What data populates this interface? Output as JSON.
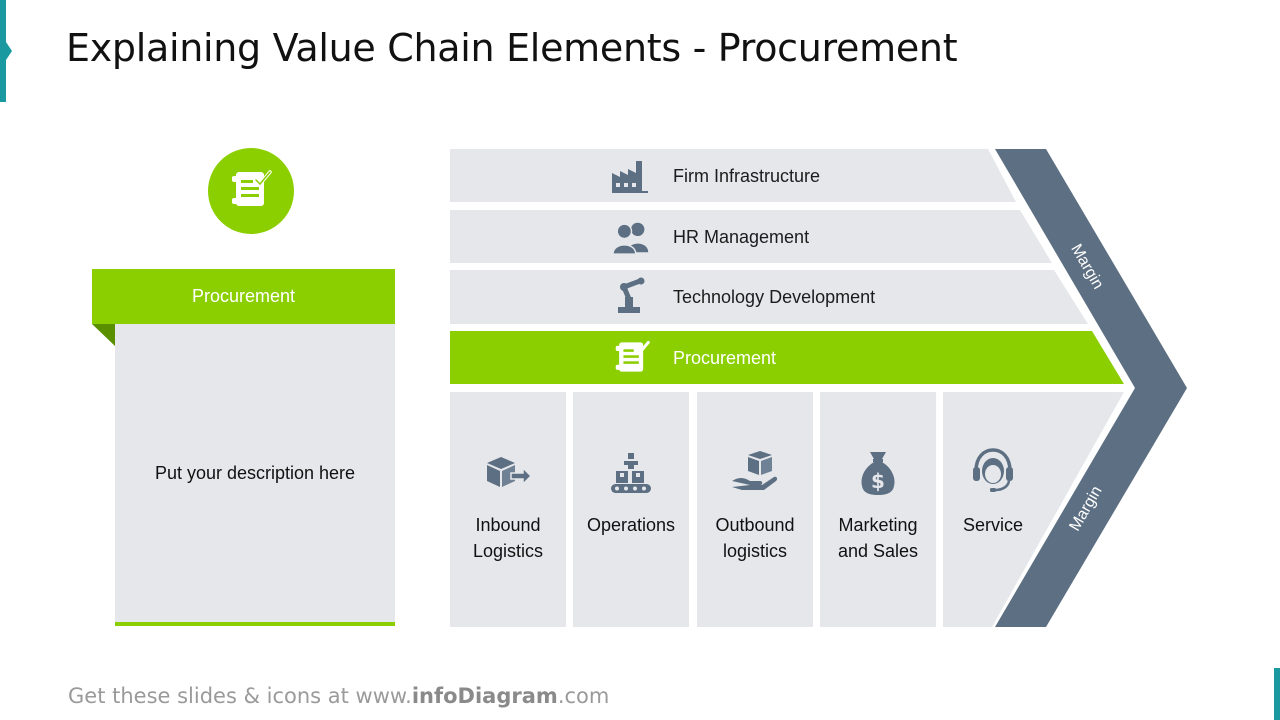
{
  "page": {
    "title": "Explaining Value Chain Elements - Procurement",
    "footer": {
      "prefix": "Get these slides & icons at www.",
      "brand": "infoDiagram",
      "suffix": ".com"
    }
  },
  "colors": {
    "accent_green": "#8ccf00",
    "accent_teal": "#1a9aa0",
    "panel_grey": "#e5e7eb",
    "margin_slate": "#5d6f82",
    "icon_slate": "#5d6f82"
  },
  "card": {
    "icon": "procurement-icon",
    "header": "Procurement",
    "description": "Put your description here"
  },
  "support_activities": [
    {
      "label": "Firm Infrastructure",
      "icon": "factory-icon"
    },
    {
      "label": "HR Management",
      "icon": "people-icon"
    },
    {
      "label": "Technology Development",
      "icon": "robot-arm-icon"
    },
    {
      "label": "Procurement",
      "icon": "procurement-icon",
      "highlighted": true
    }
  ],
  "primary_activities": [
    {
      "label_line1": "Inbound",
      "label_line2": "Logistics",
      "icon": "box-arrow-icon"
    },
    {
      "label_line1": "Operations",
      "label_line2": "",
      "icon": "conveyor-icon"
    },
    {
      "label_line1": "Outbound",
      "label_line2": "logistics",
      "icon": "hand-box-icon"
    },
    {
      "label_line1": "Marketing",
      "label_line2": "and Sales",
      "icon": "money-bag-icon"
    },
    {
      "label_line1": "Service",
      "label_line2": "",
      "icon": "headset-icon"
    }
  ],
  "margin": {
    "top_label": "Margin",
    "bottom_label": "Margin"
  }
}
